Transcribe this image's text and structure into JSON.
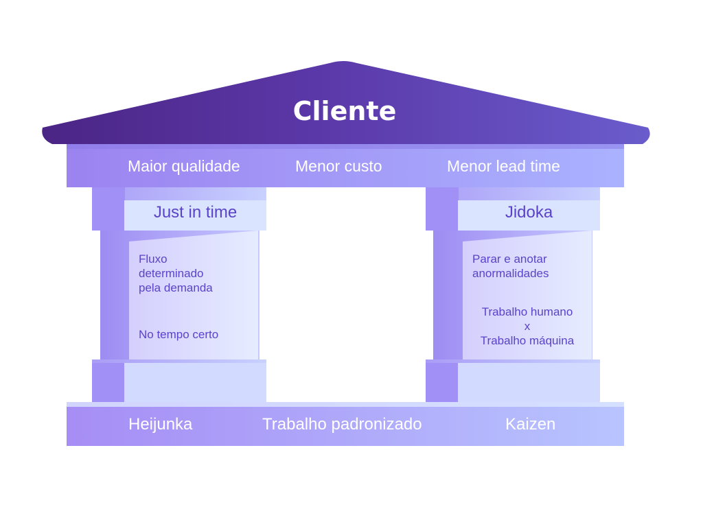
{
  "title": "Cliente",
  "beam": {
    "items": [
      "Maior qualidade",
      "Menor custo",
      "Menor lead time"
    ]
  },
  "pillars": {
    "left": {
      "title": "Just in time",
      "items": [
        "Fluxo\ndeterminado\npela demanda",
        "No tempo certo"
      ]
    },
    "right": {
      "title": "Jidoka",
      "items": [
        "Parar e anotar\nanormalidades",
        "Trabalho humano\nx\nTrabalho máquina"
      ]
    }
  },
  "foundation": {
    "items": [
      "Heijunka",
      "Trabalho padronizado",
      "Kaizen"
    ]
  },
  "colors": {
    "roof": "#5b3aa6",
    "beam": "#9d8cf2",
    "pillar": "#b9b3ff",
    "text_accent": "#5a43c8"
  }
}
